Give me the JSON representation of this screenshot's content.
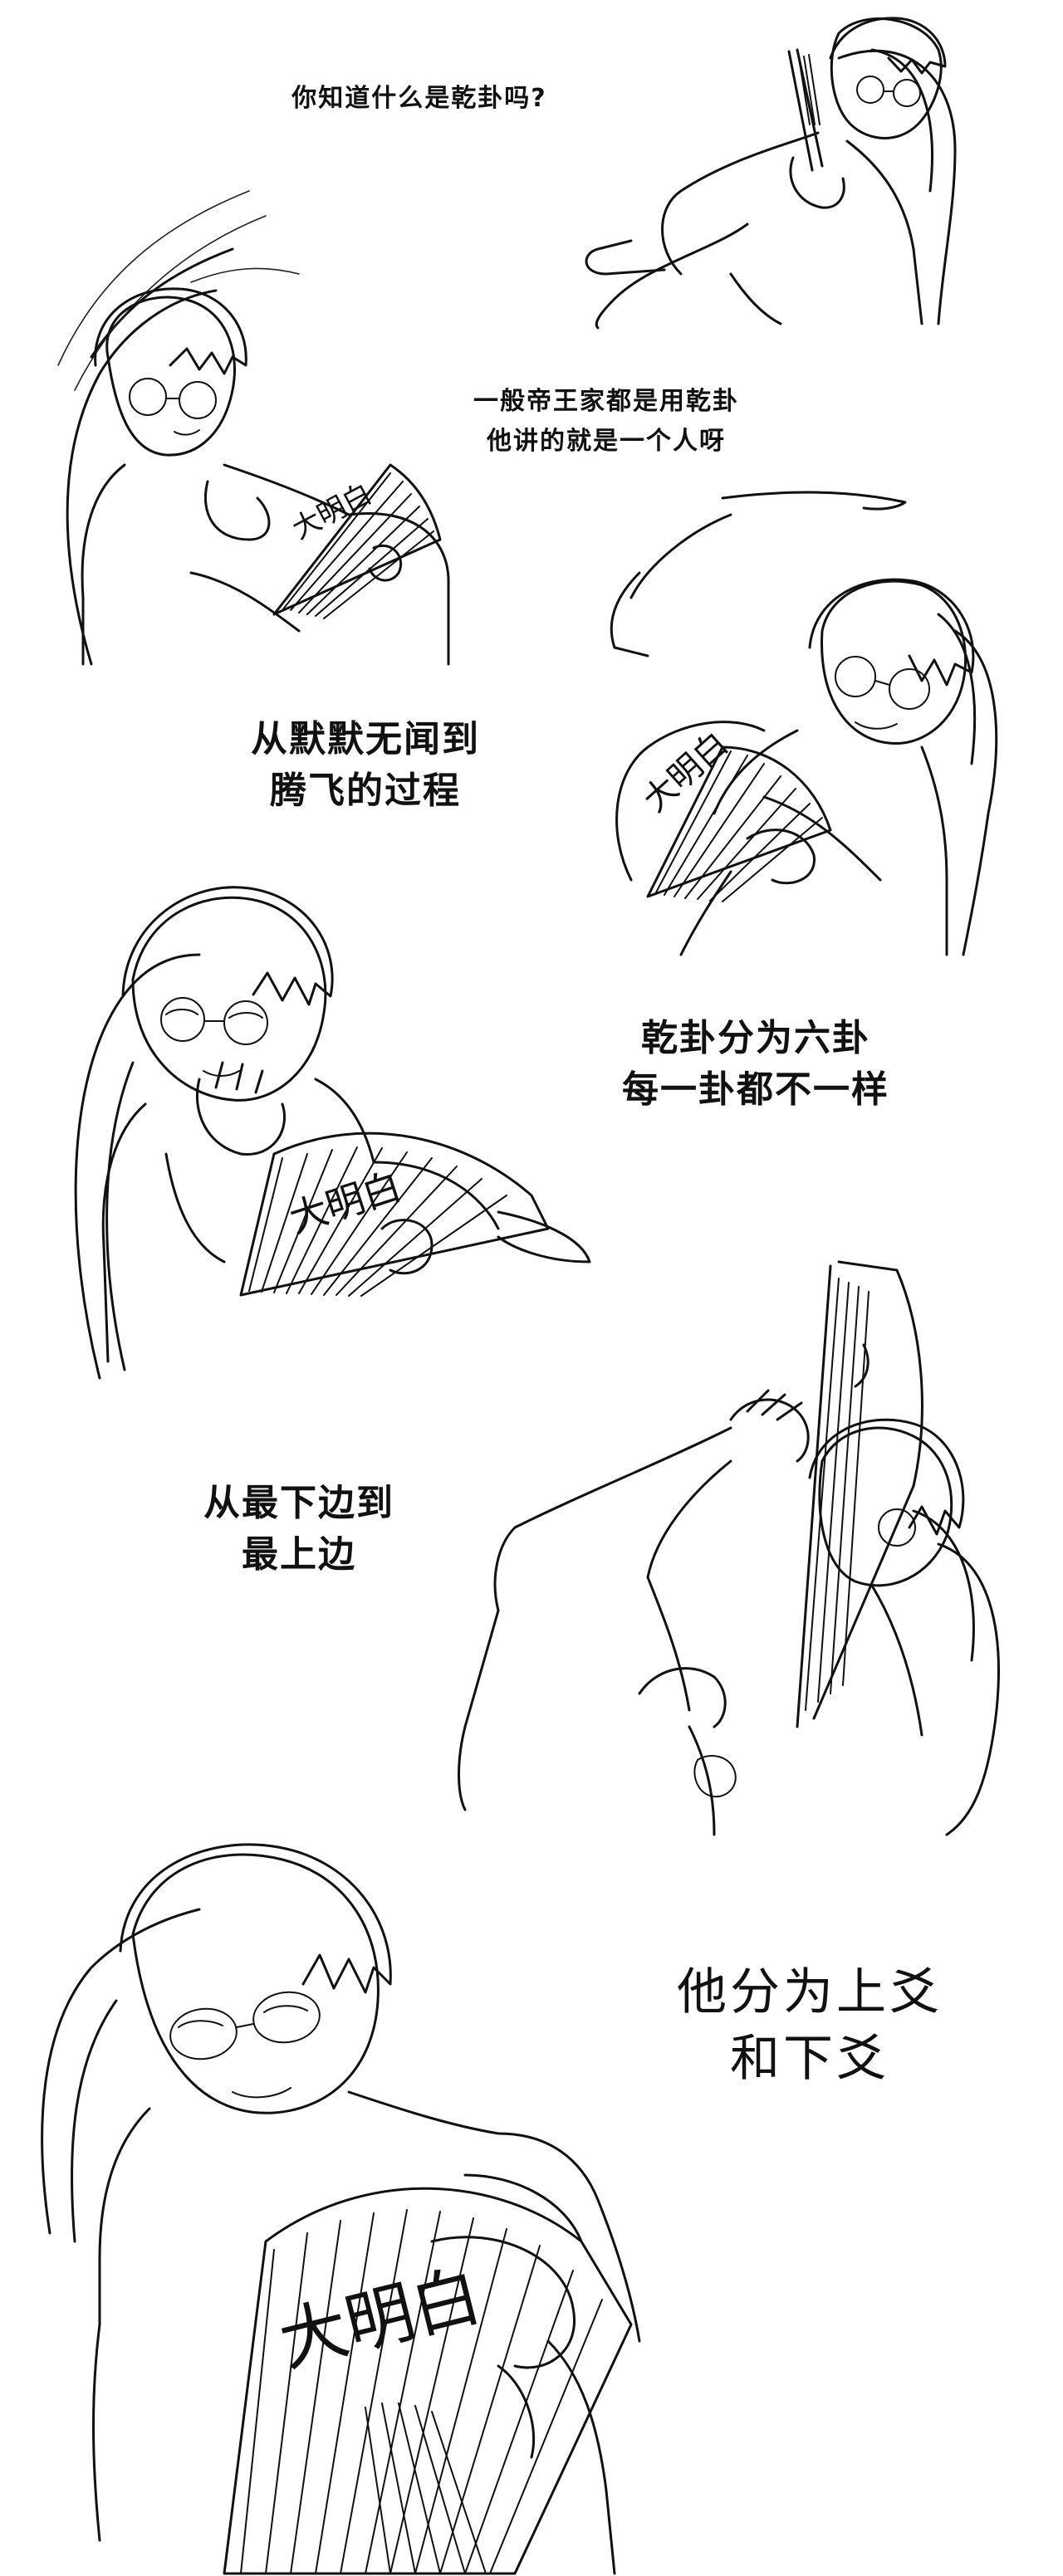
{
  "panels": [
    {
      "id": "panel-1",
      "caption": "你知道什么是乾卦吗?"
    },
    {
      "id": "panel-2",
      "caption": "一般帝王家都是用乾卦\n他讲的就是一个人呀",
      "fan_text": "大明白"
    },
    {
      "id": "panel-3",
      "caption": "从默默无闻到\n腾飞的过程",
      "fan_text": "大明白"
    },
    {
      "id": "panel-4",
      "caption": "乾卦分为六卦\n每一卦都不一样",
      "fan_text": "大明白"
    },
    {
      "id": "panel-5",
      "caption": "从最下边到\n最上边"
    },
    {
      "id": "panel-6",
      "caption": "他分为上爻\n和下爻",
      "fan_text": "大明白"
    }
  ]
}
